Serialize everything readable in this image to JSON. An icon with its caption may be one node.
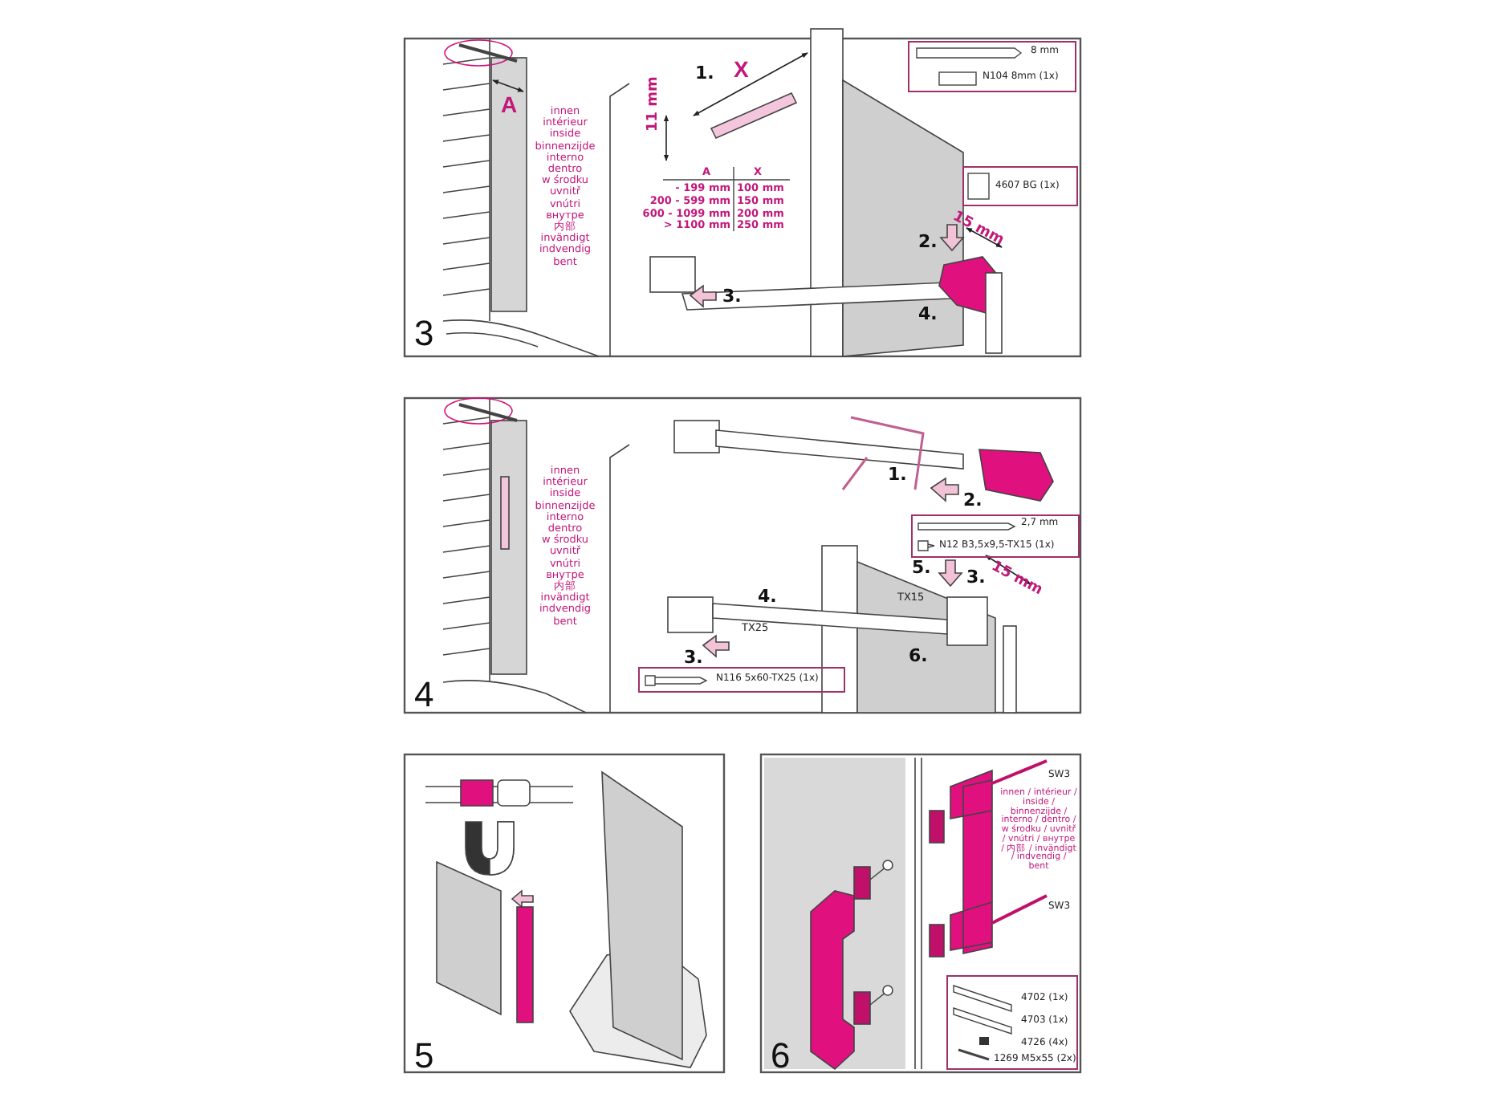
{
  "diagram": {
    "labels": [
      "3",
      "A",
      "innen",
      "intérieur",
      "inside",
      "binnenzijde",
      "interno",
      "dentro",
      "w środku",
      "uvnitř",
      "vnútri",
      "внутре",
      "内部",
      "invändigt",
      "indvendig",
      "bent",
      "1.",
      "X",
      "11 mm",
      "A",
      "X",
      "- 199 mm",
      "100 mm",
      "200 - 599 mm",
      "150 mm",
      "600 - 1099 mm",
      "200 mm",
      "> 1100 mm",
      "250 mm",
      "8 mm",
      "N104 8mm (1x)",
      "4607 BG (1x)",
      "15 mm",
      "2.",
      "3.",
      "4.",
      "4",
      "innen",
      "intérieur",
      "inside",
      "binnenzijde",
      "interno",
      "dentro",
      "w środku",
      "uvnitř",
      "vnútri",
      "внутре",
      "内部",
      "invändigt",
      "indvendig",
      "bent",
      "1.",
      "2.",
      "2,7 mm",
      "N12 B3,5x9,5-TX15 (1x)",
      "5.",
      "3.",
      "15 mm",
      "TX15",
      "4.",
      "TX25",
      "3.",
      "6.",
      "N116 5x60-TX25 (1x)",
      "5",
      "SW3",
      "innen / intérieur / inside / binnenzijde / interno / dentro / w środku / uvnitř / vnútri / внутре / 内部 / invändigt / indvendig / bent",
      "SW3",
      "4702 (1x)",
      "4703 (1x)",
      "4726 (4x)",
      "1269 M5x55 (2x)",
      "6"
    ]
  }
}
